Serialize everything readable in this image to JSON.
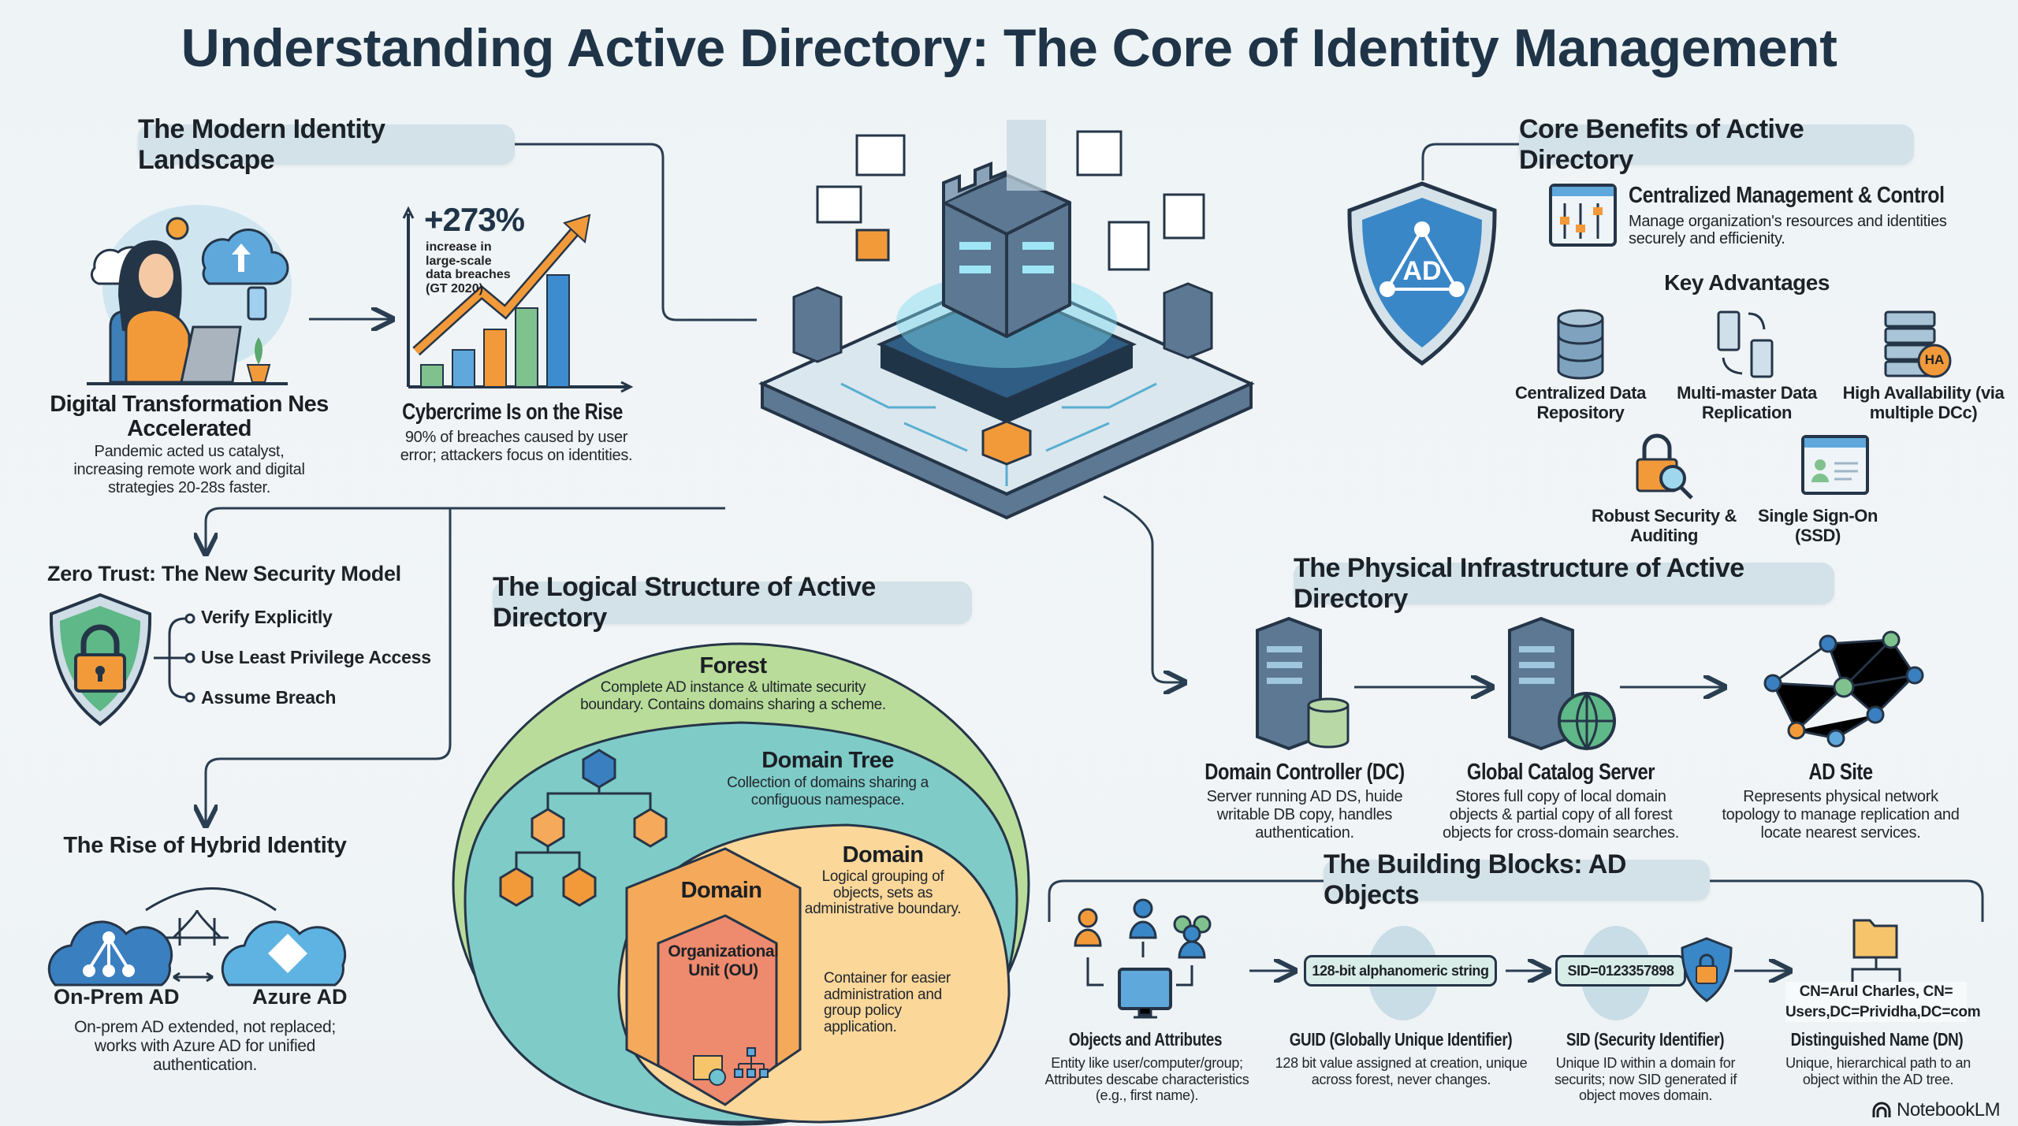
{
  "title": "Understanding Active Directory: The Core of Identity Management",
  "modern_landscape": {
    "heading": "The Modern Identity Landscape",
    "digital": {
      "title": "Digital Transformation Nes Accelerated",
      "desc": "Pandemic acted us catalyst, increasing remote work and digital strategies 20-28s faster."
    },
    "cybercrime": {
      "stat": "+273%",
      "stat_desc": "increase in large-scale data breaches (GT 2020)",
      "title": "Cybercrime Is on the Rise",
      "desc": "90% of breaches caused by user error; attackers focus on identities."
    }
  },
  "zero_trust": {
    "heading": "Zero Trust: The New Security Model",
    "items": [
      "Verify Explicitly",
      "Use Least Privilege Access",
      "Assume Breach"
    ]
  },
  "hybrid": {
    "heading": "The Rise of Hybrid Identity",
    "onprem": "On-Prem AD",
    "azure": "Azure AD",
    "desc": "On-prem AD extended, not replaced; works with Azure AD for unified authentication."
  },
  "core_benefits": {
    "heading": "Core Benefits of Active Directory",
    "shield_label": "AD",
    "central": {
      "title": "Centralized Management & Control",
      "desc": "Manage organization's resources and identities securely and efficienity."
    },
    "key_adv_heading": "Key Advantages",
    "advantages": [
      "Centralized Data Repository",
      "Multi-master Data Replication",
      "High Avallability (via multiple DCc)",
      "Robust Security & Auditing",
      "Single Sign-On (SSD)"
    ],
    "ha_badge": "HA"
  },
  "logical": {
    "heading": "The Logical Structure of Active Directory",
    "forest": {
      "title": "Forest",
      "desc": "Complete AD instance & ultimate security boundary. Contains domains sharing a scheme."
    },
    "tree": {
      "title": "Domain Tree",
      "desc": "Collection of domains sharing a configuous namespace."
    },
    "domain": {
      "title": "Domain",
      "desc": "Logical grouping of objects, sets as administrative boundary.",
      "inner_label": "Domain"
    },
    "ou": {
      "title": "Organizational Unit (OU)",
      "desc": "Container for easier administration and group policy application."
    }
  },
  "physical": {
    "heading": "The Physical Infrastructure of Active Directory",
    "items": [
      {
        "title": "Domain Controller (DC)",
        "desc": "Server running AD DS, huide writable DB copy, handles authentication."
      },
      {
        "title": "Global Catalog Server",
        "desc": "Stores full copy of local domain objects & partial copy of all forest objects for cross-domain searches."
      },
      {
        "title": "AD Site",
        "desc": "Represents physical network topology to manage replication and locate nearest services."
      }
    ]
  },
  "building_blocks": {
    "heading": "The Building Blocks: AD Objects",
    "guid_box": "128-bit alphanomeric string",
    "sid_box": "SID=0123357898",
    "dn_value": "CN=Arul Charles, CN= Users,DC=Prividha,DC=com",
    "items": [
      {
        "title": "Objects and Attributes",
        "desc": "Entity like user/computer/group; Attributes descabe characteristics (e.g., first name)."
      },
      {
        "title": "GUID (Globally Unique Identifier)",
        "desc": "128 bit value assigned at creation, unique across forest, never changes."
      },
      {
        "title": "SID (Security Identifier)",
        "desc": "Unique ID within a domain for securits; now SID generated if object moves domain."
      },
      {
        "title": "Distinguished Name (DN)",
        "desc": "Unique, hierarchical path to an object within the AD tree."
      }
    ]
  },
  "watermark": "NotebookLM",
  "colors": {
    "navy": "#1f3447",
    "blue": "#3a87c8",
    "orange": "#f0993f",
    "green": "#6cbf7e",
    "teal": "#7fcfca",
    "pill": "#d3e1e8"
  }
}
